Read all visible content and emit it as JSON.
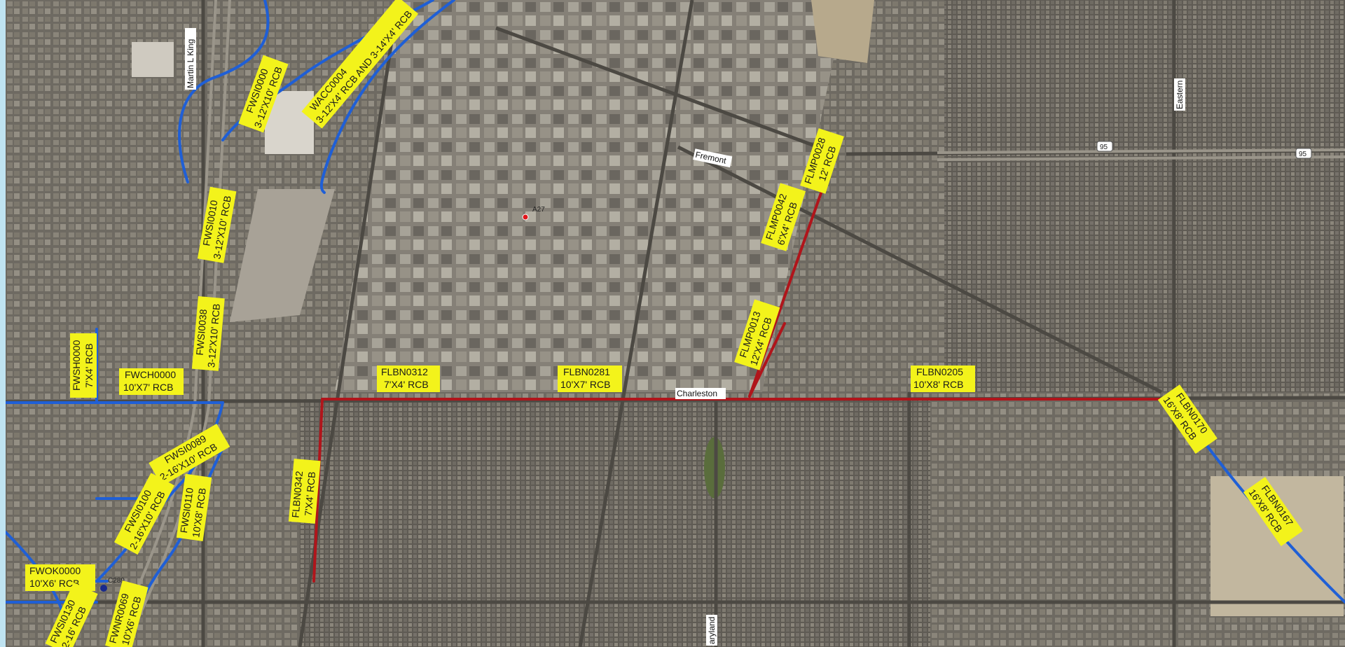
{
  "map": {
    "colors": {
      "channel_blue": "#1f5fd6",
      "channel_red": "#b0151b",
      "label_bg": "#f3f31b",
      "street_label_bg": "#ffffff"
    },
    "channel_labels": [
      {
        "id": "FWSI0000",
        "line1": "FWSI0000",
        "line2": "3-12'X10' RCB"
      },
      {
        "id": "WACC0004",
        "line1": "WACC0004",
        "line2": "3-12'X4' RCB AND 3-14'X4' RCB"
      },
      {
        "id": "FWSI0010",
        "line1": "FWSI0010",
        "line2": "3-12'X10' RCB"
      },
      {
        "id": "FWSI0038",
        "line1": "FWSI0038",
        "line2": "3-12'X10' RCB"
      },
      {
        "id": "FWSH0000",
        "line1": "FWSH0000",
        "line2": "7'X4' RCB"
      },
      {
        "id": "FWCH0000",
        "line1": "FWCH0000",
        "line2": "10'X7' RCB"
      },
      {
        "id": "FLBN0312",
        "line1": "FLBN0312",
        "line2": "7'X4' RCB"
      },
      {
        "id": "FLBN0281",
        "line1": "FLBN0281",
        "line2": "10'X7' RCB"
      },
      {
        "id": "FLBN0205",
        "line1": "FLBN0205",
        "line2": "10'X8' RCB"
      },
      {
        "id": "FLMP0028",
        "line1": "FLMP0028",
        "line2": "12' RCB"
      },
      {
        "id": "FLMP0042",
        "line1": "FLMP0042",
        "line2": "6'X4' RCB"
      },
      {
        "id": "FLMP0013",
        "line1": "FLMP0013",
        "line2": "12'X4' RCB"
      },
      {
        "id": "FLBN0170",
        "line1": "FLBN0170",
        "line2": "16'X8' RCB"
      },
      {
        "id": "FLBN0167",
        "line1": "FLBN0167",
        "line2": "16'X8' RCB"
      },
      {
        "id": "FWSI0089",
        "line1": "FWSI0089",
        "line2": "2-16'X10' RCB"
      },
      {
        "id": "FWSI0100",
        "line1": "FWSI0100",
        "line2": "2-16'X10' RCB"
      },
      {
        "id": "FWSI0110",
        "line1": "FWSI0110",
        "line2": "10'X8' RCB"
      },
      {
        "id": "FLBN0342",
        "line1": "FLBN0342",
        "line2": "7'X4' RCB"
      },
      {
        "id": "FWOK0000",
        "line1": "FWOK0000",
        "line2": "10'X6' RCB"
      },
      {
        "id": "FWNR0069",
        "line1": "FWNR0069",
        "line2": "10'X6' RCB"
      },
      {
        "id": "FWSI0130",
        "line1": "FWSI0130",
        "line2": "2-16' RCB"
      }
    ],
    "street_labels": [
      {
        "id": "martin-l-king",
        "text": "Martin L King"
      },
      {
        "id": "eastern",
        "text": "Eastern"
      },
      {
        "id": "fremont",
        "text": "Fremont"
      },
      {
        "id": "charleston",
        "text": "Charleston"
      },
      {
        "id": "maryland",
        "text": "aryland"
      }
    ],
    "highway_shields": [
      {
        "id": "us95-a",
        "text": "95"
      },
      {
        "id": "us95-b",
        "text": "95"
      }
    ],
    "points": [
      {
        "id": "point-a",
        "text": "A27"
      },
      {
        "id": "point-b",
        "text": "C289"
      }
    ]
  }
}
